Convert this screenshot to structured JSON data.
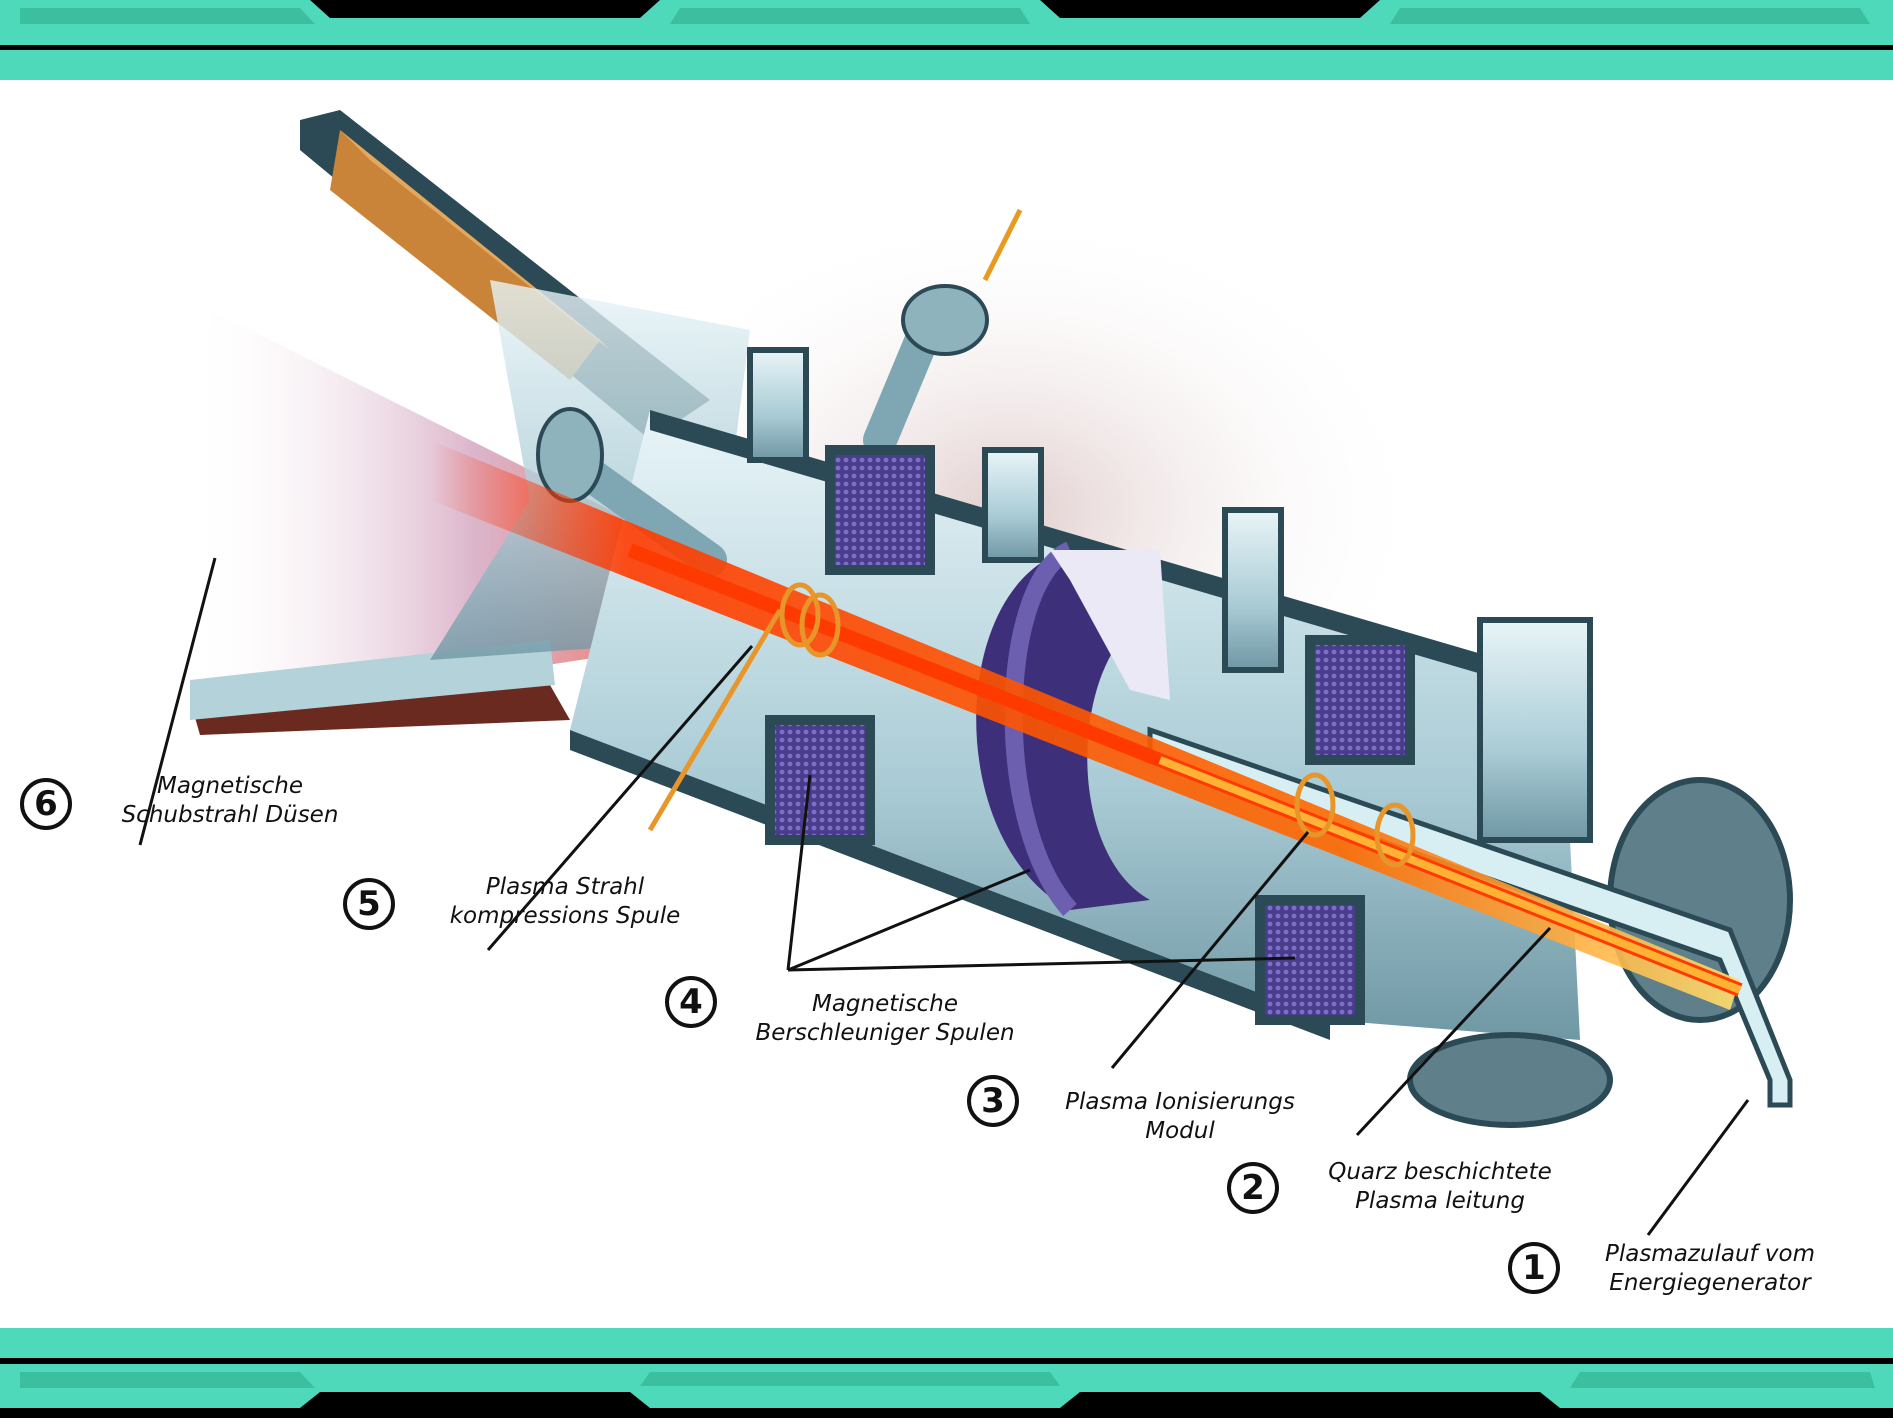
{
  "colors": {
    "frame_teal": "#4fd9bb",
    "frame_dark": "#2a8f7a",
    "beam_core": "#ff3a00",
    "beam_glow": "#ffb020",
    "body_metal": "#9fc4cf",
    "coil_purple": "#4a3c8c",
    "copper": "#c9843a"
  },
  "callouts": [
    {
      "number": "6",
      "line1": "Magnetische",
      "line2": "Schubstrahl Düsen"
    },
    {
      "number": "5",
      "line1": "Plasma Strahl",
      "line2": "kompressions Spule"
    },
    {
      "number": "4",
      "line1": "Magnetische",
      "line2": "Berschleuniger Spulen"
    },
    {
      "number": "3",
      "line1": "Plasma Ionisierungs",
      "line2": "Modul"
    },
    {
      "number": "2",
      "line1": "Quarz beschichtete",
      "line2": "Plasma leitung"
    },
    {
      "number": "1",
      "line1": "Plasmazulauf vom",
      "line2": "Energiegenerator"
    }
  ]
}
